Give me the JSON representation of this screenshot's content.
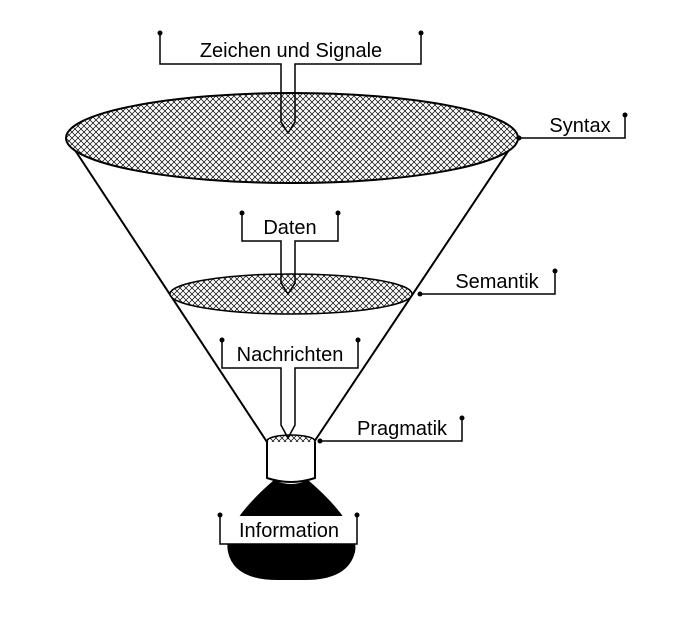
{
  "diagram": {
    "labels": {
      "top": "Zeichen und Signale",
      "daten": "Daten",
      "nachrichten": "Nachrichten",
      "information": "Information",
      "syntax": "Syntax",
      "semantik": "Semantik",
      "pragmatik": "Pragmatik"
    }
  }
}
